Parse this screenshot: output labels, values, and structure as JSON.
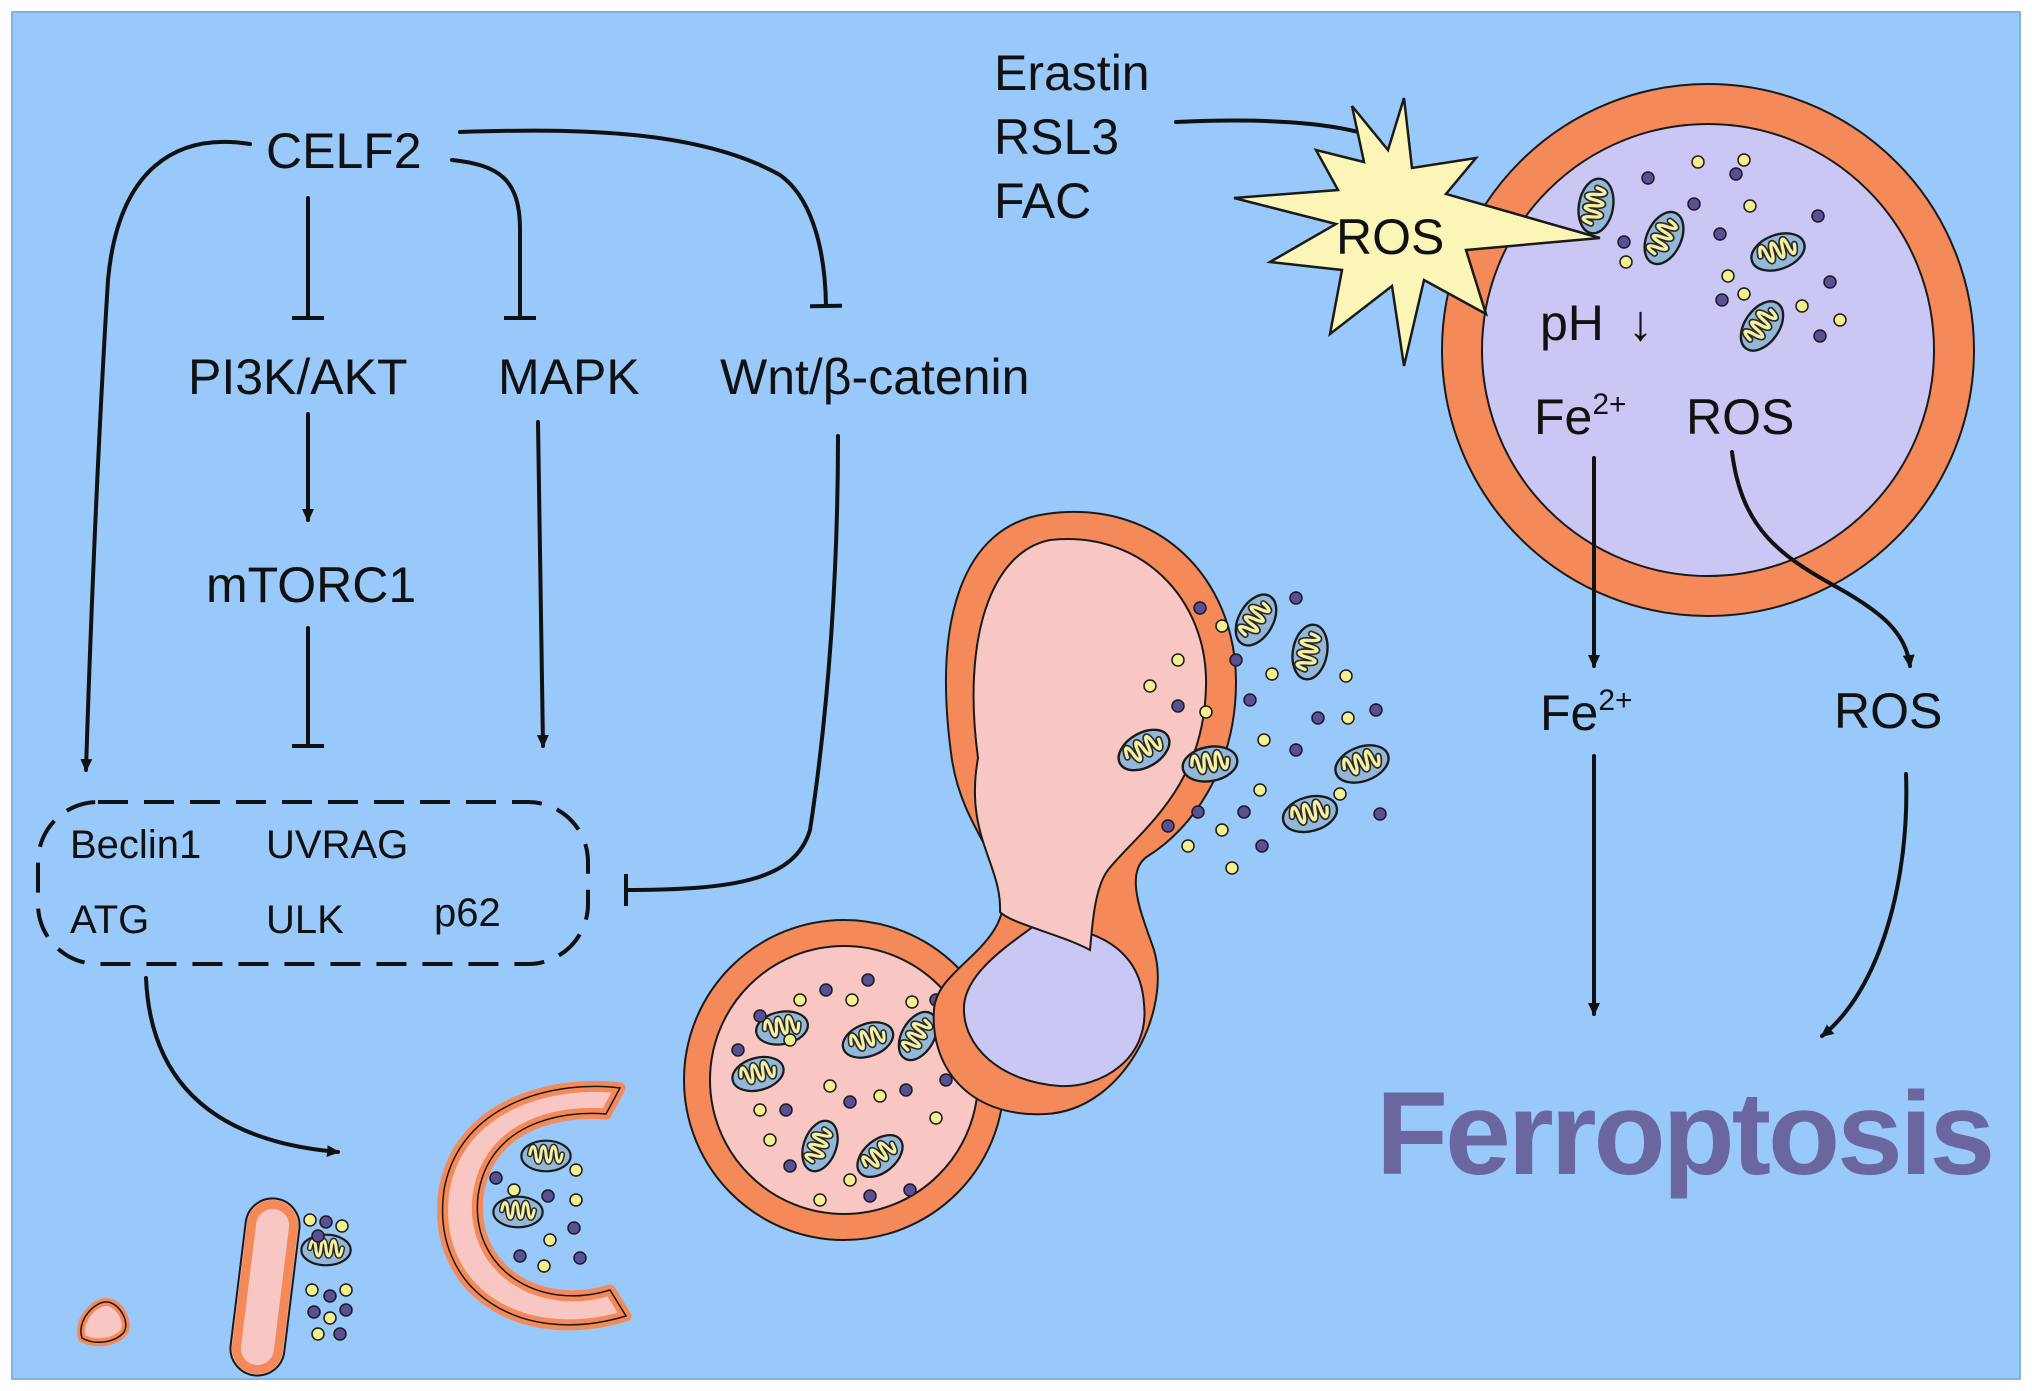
{
  "colors": {
    "background": "#99c9fa",
    "membrane": "#f4895a",
    "lumen_pink": "#f8c7c4",
    "lumen_lavender": "#cbc7f5",
    "mito_fill": "#92b7d9",
    "mito_cristae": "#f6f0a3",
    "ros_burst": "#fbf6b8",
    "dot_purple": "#5a4f97",
    "dot_yellow": "#f4ef8f",
    "title": "#6a66a0"
  },
  "labels": {
    "celf2": "CELF2",
    "pi3k_akt": "PI3K/AKT",
    "mapk": "MAPK",
    "wnt": "Wnt/β-catenin",
    "mtorc1": "mTORC1",
    "beclin1": "Beclin1",
    "uvrag": "UVRAG",
    "atg": "ATG",
    "ulk": "ULK",
    "p62": "p62",
    "erastin": "Erastin",
    "rsl3": "RSL3",
    "fac": "FAC",
    "ros_burst": "ROS",
    "ph": "pH",
    "ph_arrow": "↓",
    "fe_lysosome": "Fe",
    "fe_lysosome_sup": "2+",
    "ros_lysosome": "ROS",
    "fe_released": "Fe",
    "fe_released_sup": "2+",
    "ros_released": "ROS",
    "ferroptosis": "Ferroptosis"
  },
  "icons": [
    "mitochondrion-icon",
    "ros-burst-icon",
    "phagophore-icon",
    "autophagosome-icon",
    "lysosome-icon",
    "autolysosome-icon"
  ]
}
